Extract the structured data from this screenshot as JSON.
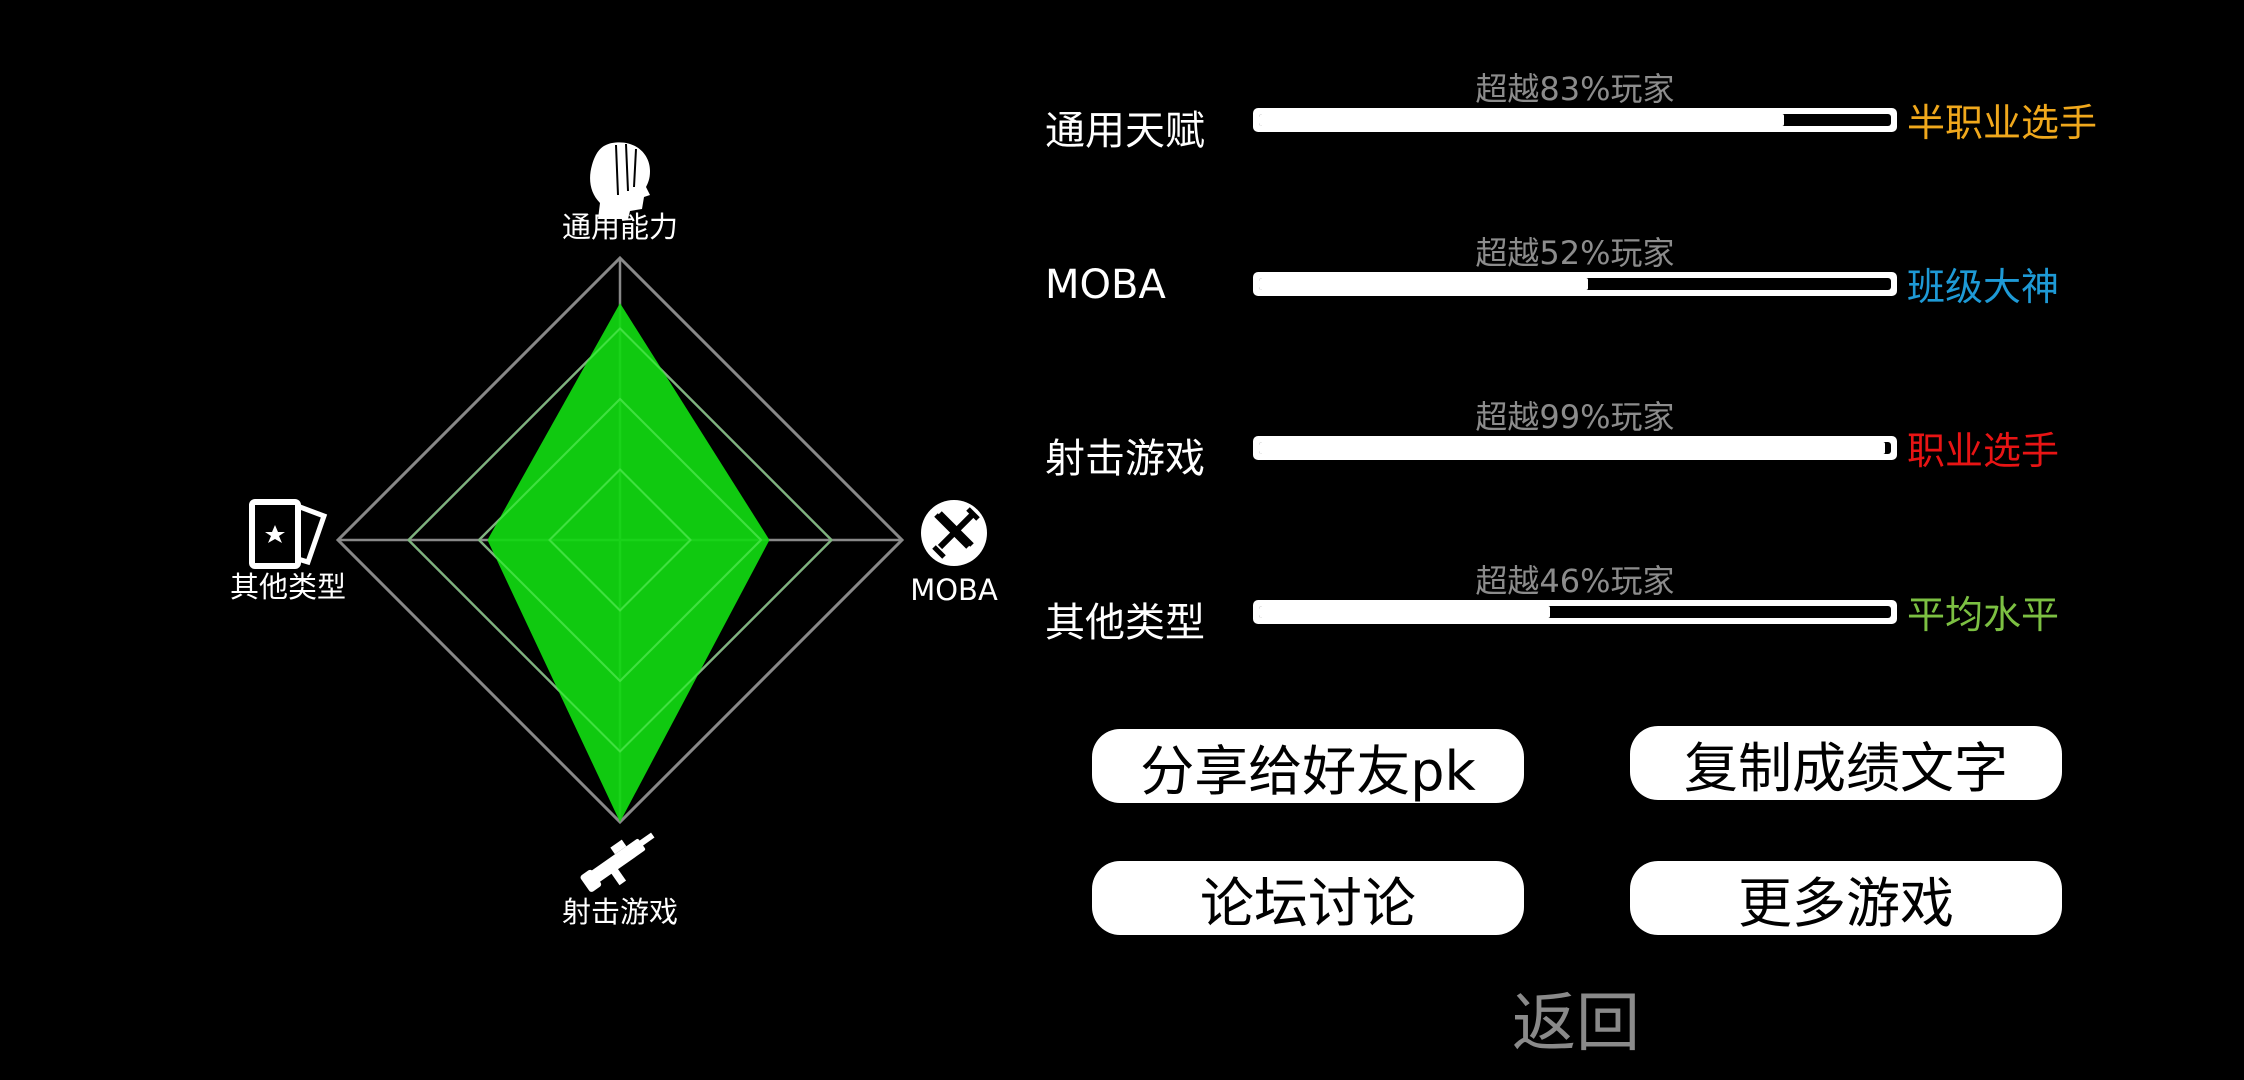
{
  "radar": {
    "axes": [
      {
        "key": "general",
        "label": "通用能力",
        "icon": "human-head-icon",
        "value": 0.84
      },
      {
        "key": "moba",
        "label": "MOBA",
        "icon": "crossed-swords-icon",
        "value": 0.53
      },
      {
        "key": "shooter",
        "label": "射击游戏",
        "icon": "rifle-icon",
        "value": 1.0
      },
      {
        "key": "other",
        "label": "其他类型",
        "icon": "star-cards-icon",
        "value": 0.47
      }
    ],
    "fill_color": "#11d811",
    "grid_color": "#888888",
    "rings": 4
  },
  "stats": [
    {
      "label": "通用天赋",
      "percent_text": "超越83%玩家",
      "percent": 83,
      "rank": "半职业选手",
      "rank_color": "#f0a81c"
    },
    {
      "label": "MOBA",
      "percent_text": "超越52%玩家",
      "percent": 52,
      "rank": "班级大神",
      "rank_color": "#1e9ad6"
    },
    {
      "label": "射击游戏",
      "percent_text": "超越99%玩家",
      "percent": 99,
      "rank": "职业选手",
      "rank_color": "#e81414"
    },
    {
      "label": "其他类型",
      "percent_text": "超越46%玩家",
      "percent": 46,
      "rank": "平均水平",
      "rank_color": "#7cc042"
    }
  ],
  "buttons": {
    "share": "分享给好友pk",
    "copy": "复制成绩文字",
    "forum": "论坛讨论",
    "more_games": "更多游戏"
  },
  "back": "返回"
}
